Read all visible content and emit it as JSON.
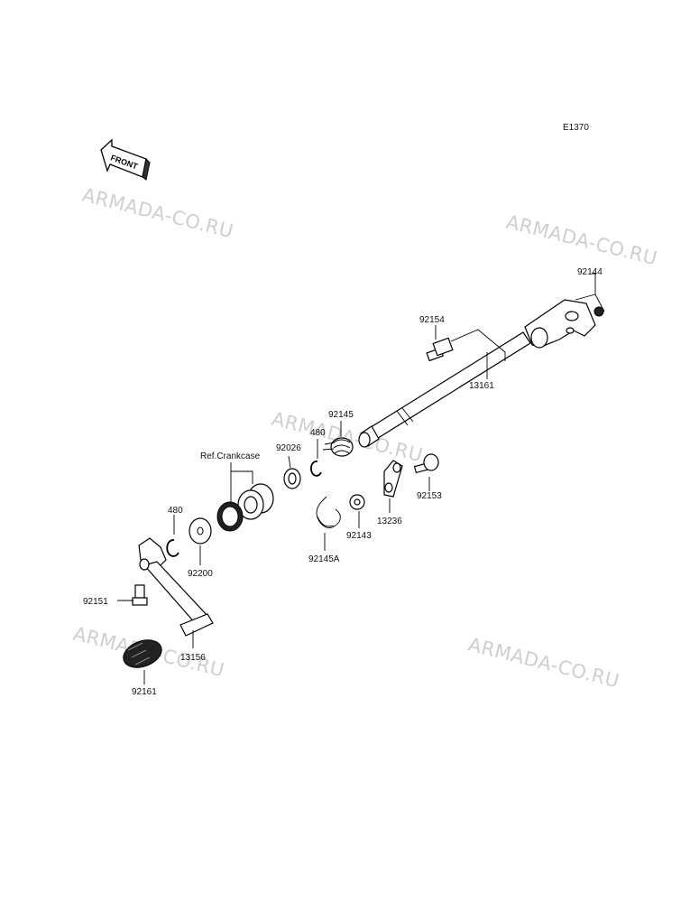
{
  "diagram_code": "E1370",
  "front_label": "FRONT",
  "ref_note": "Ref.Crankcase",
  "watermark": "ARMADA-CO.RU",
  "parts": {
    "p92144": "92144",
    "p92154": "92154",
    "p13161": "13161",
    "p92145": "92145",
    "p480a": "480",
    "p92026": "92026",
    "p92153": "92153",
    "p13236": "13236",
    "p92143": "92143",
    "p92145A": "92145A",
    "p480b": "480",
    "p92200": "92200",
    "p92151": "92151",
    "p13156": "13156",
    "p92161": "92161"
  }
}
